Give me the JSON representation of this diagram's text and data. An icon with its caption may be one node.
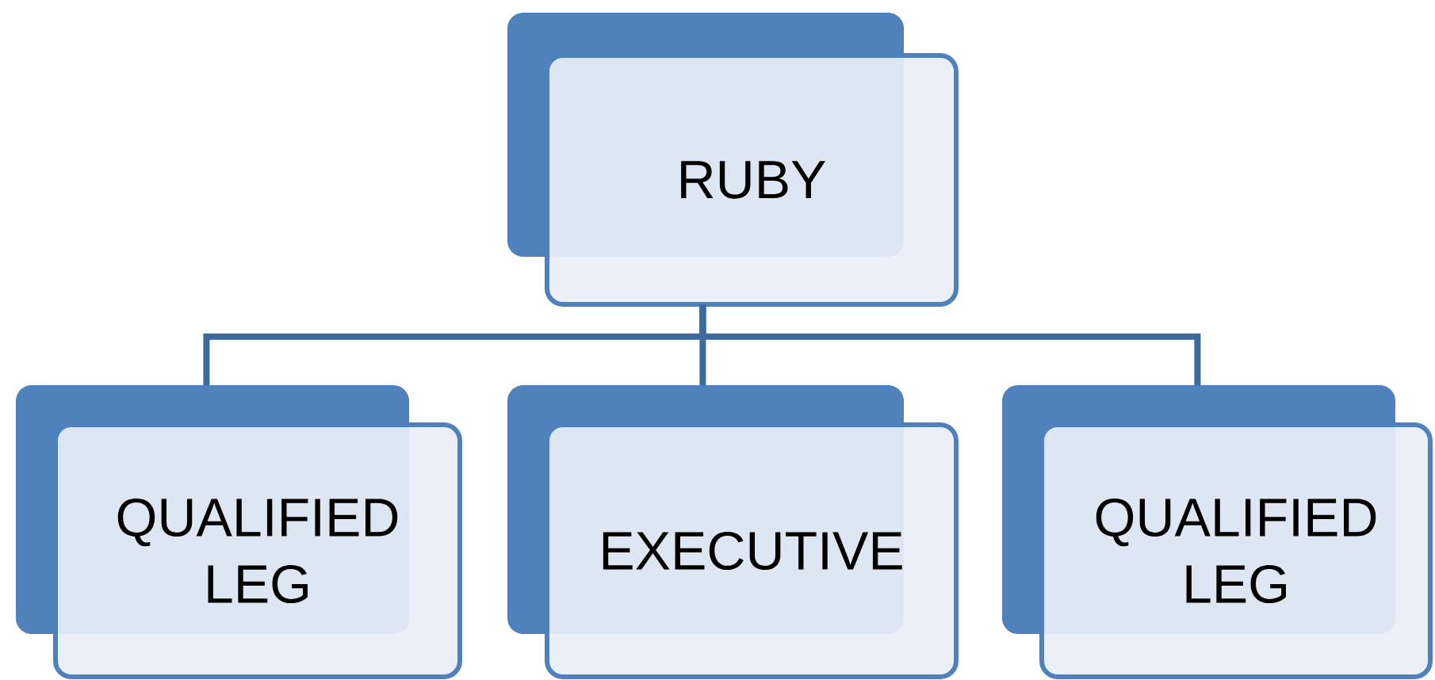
{
  "diagram": {
    "nodes": [
      {
        "text": [
          "RUBY"
        ]
      },
      {
        "text": [
          "QUALIFIED LEG"
        ]
      },
      {
        "text": [
          "EXECUTIVE"
        ]
      },
      {
        "text": [
          "QUALIFIED LEG"
        ]
      }
    ],
    "edges": [
      {
        "from": 0,
        "to": 1,
        "arrow": "none"
      },
      {
        "from": 0,
        "to": 2,
        "arrow": "none"
      },
      {
        "from": 0,
        "to": 3,
        "arrow": "none"
      }
    ]
  }
}
